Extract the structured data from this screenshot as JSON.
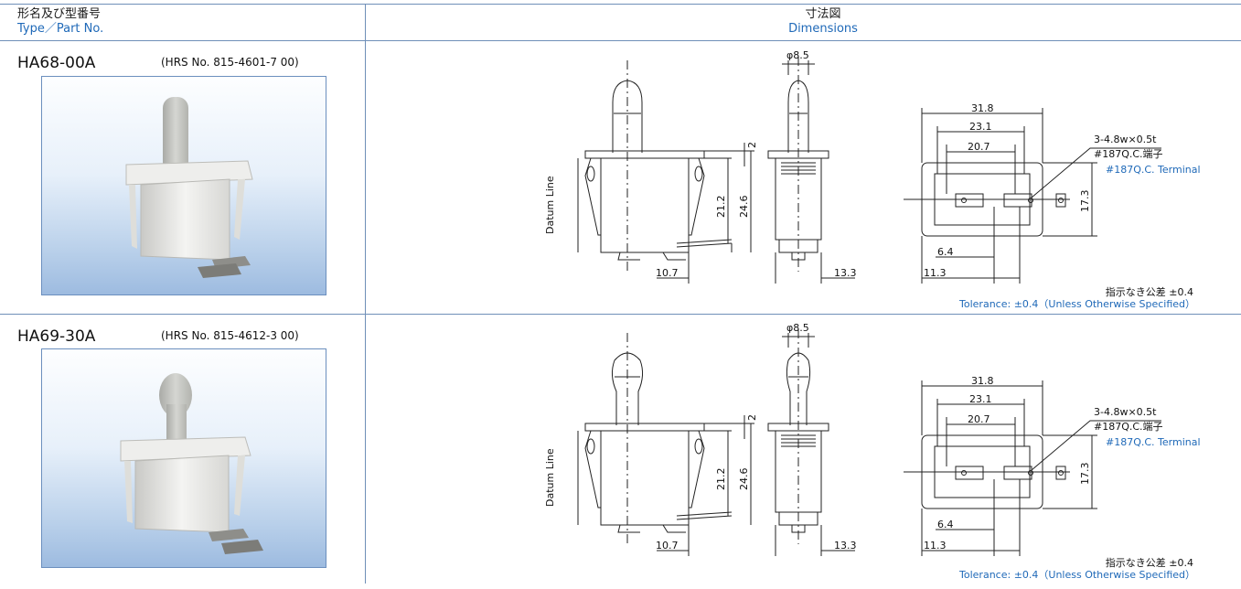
{
  "header": {
    "type_jp": "形名及び型番号",
    "type_en": "Type／Part No.",
    "dim_jp": "寸法図",
    "dim_en": "Dimensions"
  },
  "products": [
    {
      "type": "HA68-00A",
      "hrs": "(HRS No. 815-4601-7 00)",
      "plunger": "straight",
      "dims": {
        "d_phi": "φ8.5",
        "d_2": "2",
        "d_212": "21.2",
        "d_246": "24.6",
        "d_107": "10.7",
        "d_133": "13.3",
        "d_318": "31.8",
        "d_231": "23.1",
        "d_207": "20.7",
        "d_64": "6.4",
        "d_113": "11.3",
        "d_173": "17.3",
        "datum": "Datum Line",
        "term1": "3-4.8w×0.5t",
        "term2": "#187Q.C.端子",
        "term3": "#187Q.C. Terminal"
      },
      "tol_jp": "指示なき公差 ±0.4",
      "tol_en": "Tolerance: ±0.4（Unless Otherwise Specified）"
    },
    {
      "type": "HA69-30A",
      "hrs": "(HRS No. 815-4612-3 00)",
      "plunger": "knob",
      "dims": {
        "d_phi": "φ8.5",
        "d_2": "2",
        "d_212": "21.2",
        "d_246": "24.6",
        "d_107": "10.7",
        "d_133": "13.3",
        "d_318": "31.8",
        "d_231": "23.1",
        "d_207": "20.7",
        "d_64": "6.4",
        "d_113": "11.3",
        "d_173": "17.3",
        "datum": "Datum Line",
        "term1": "3-4.8w×0.5t",
        "term2": "#187Q.C.端子",
        "term3": "#187Q.C. Terminal"
      },
      "tol_jp": "指示なき公差 ±0.4",
      "tol_en": "Tolerance: ±0.4（Unless Otherwise Specified）"
    }
  ],
  "colors": {
    "rule": "#6f8fb8",
    "accent_text": "#1f69b8",
    "photo_border": "#6b8fbe"
  }
}
